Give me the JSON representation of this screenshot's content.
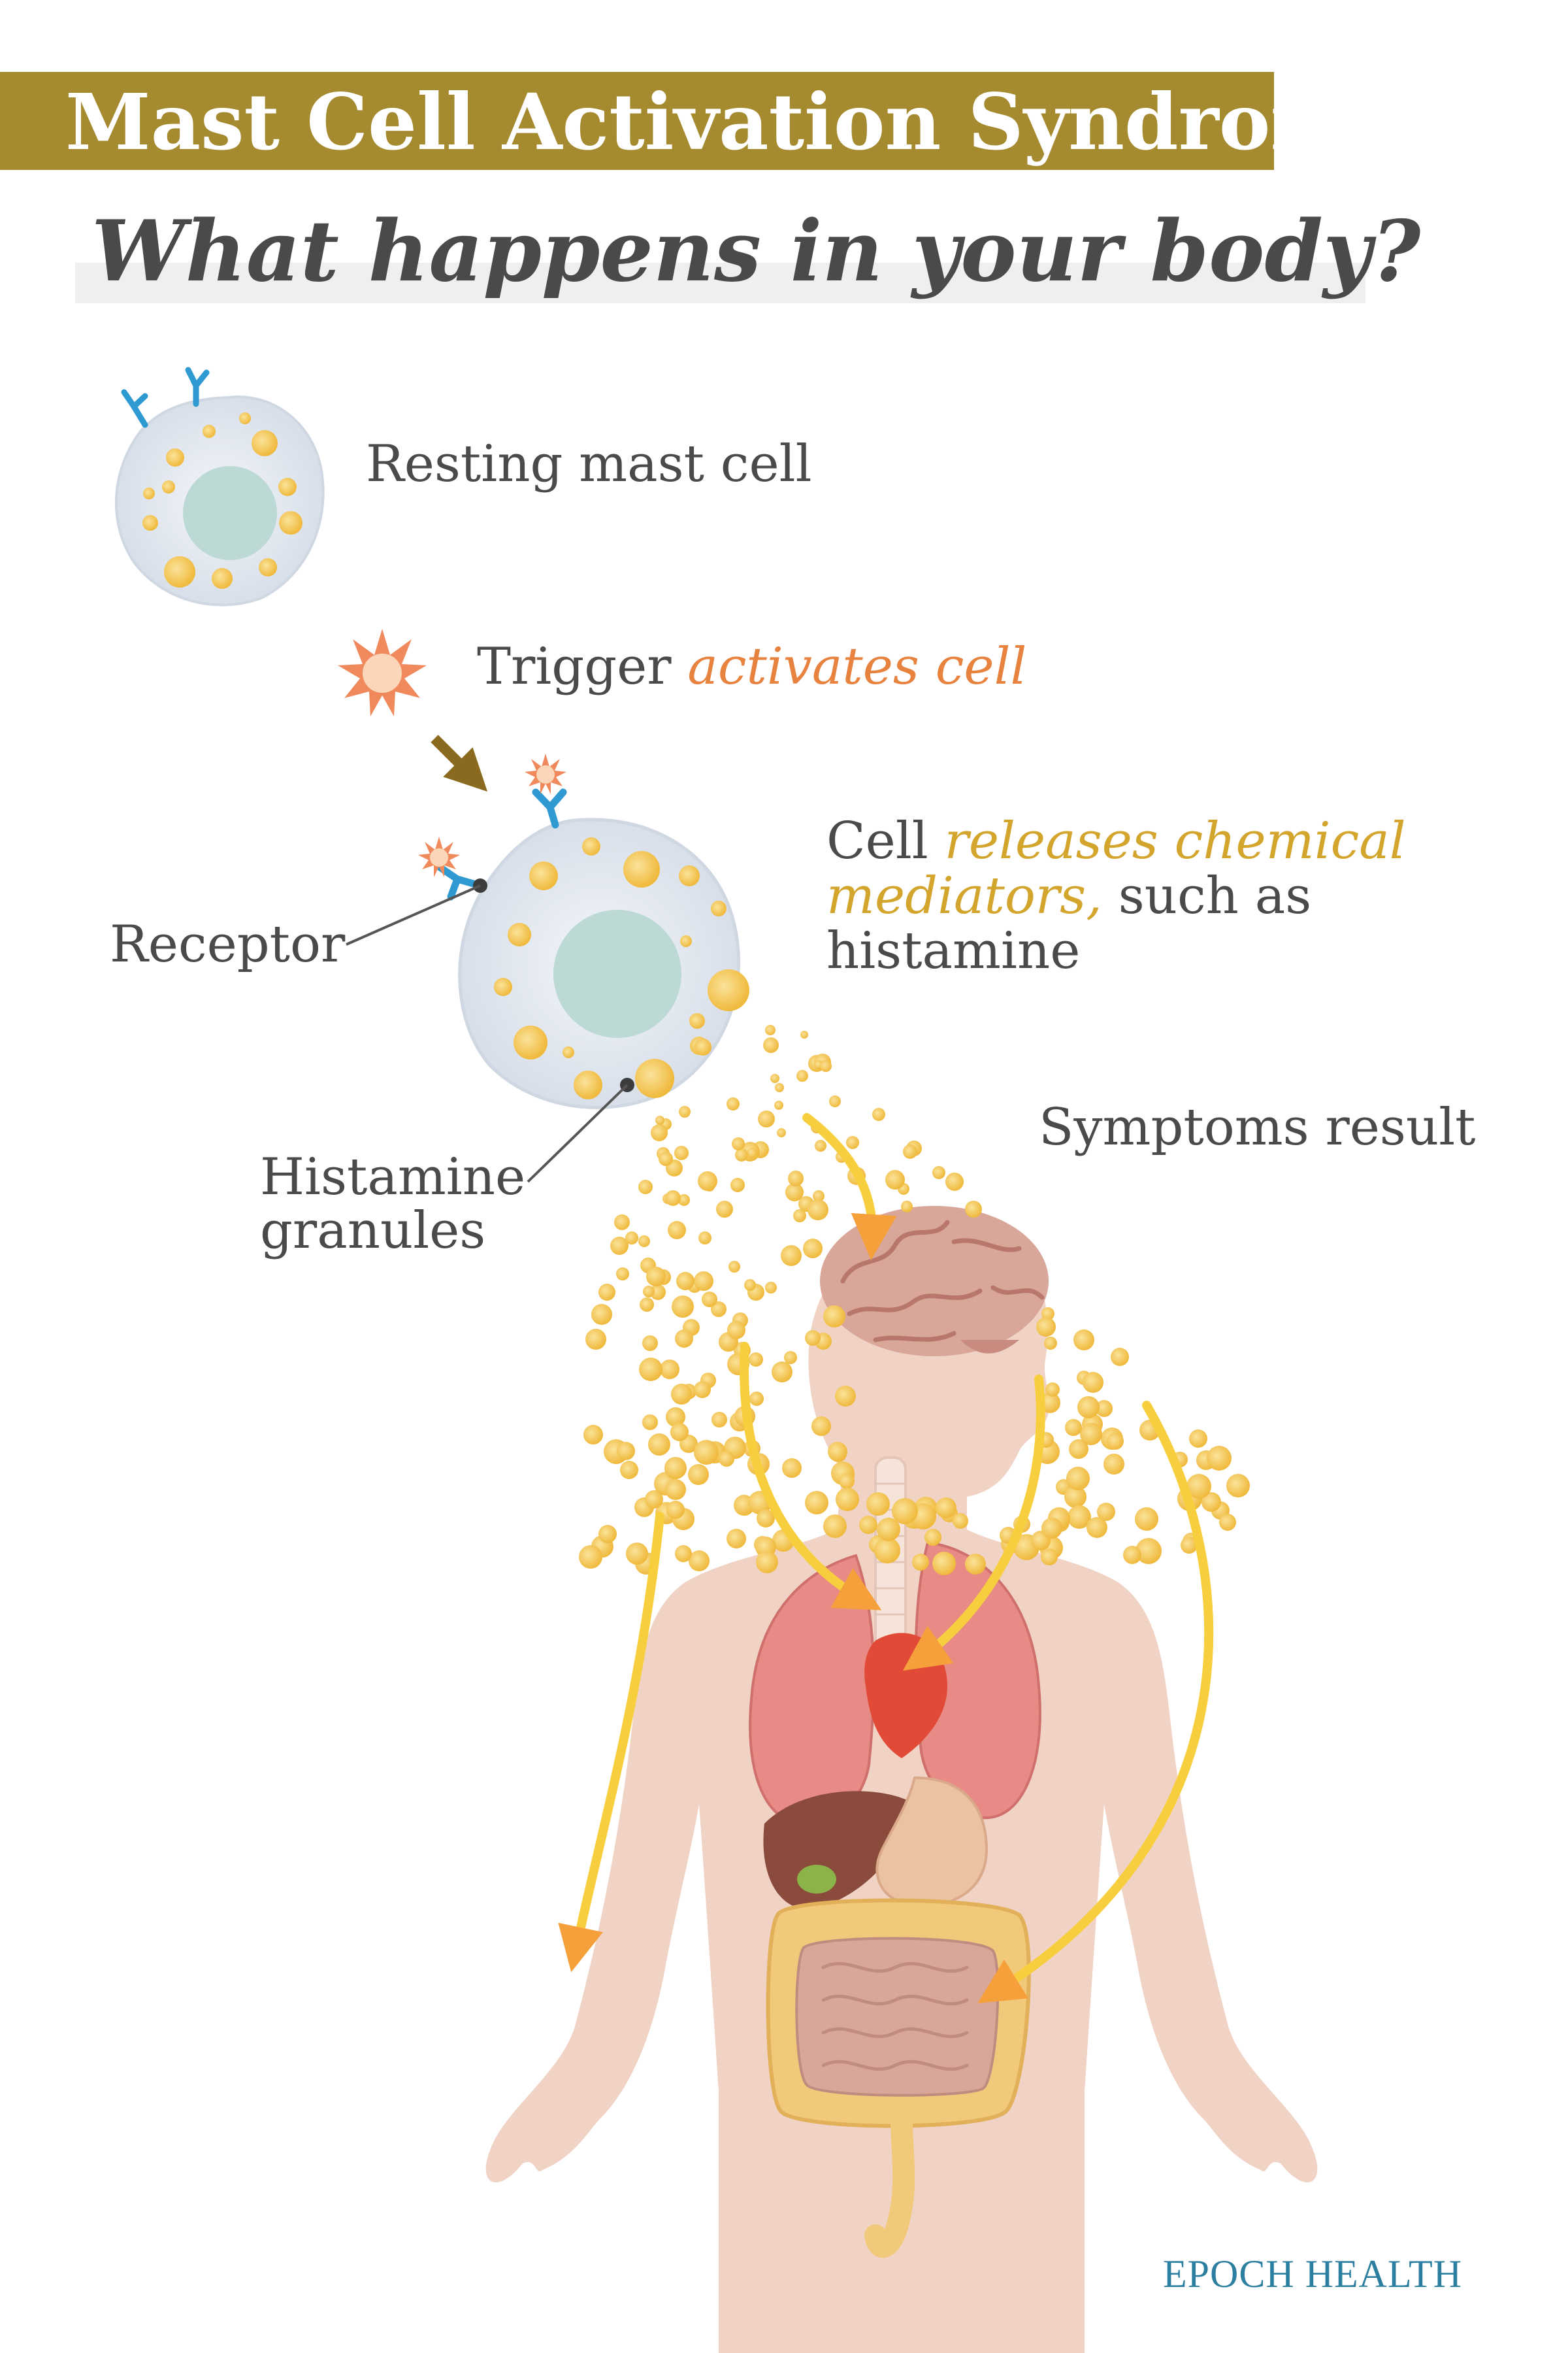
{
  "header": {
    "title": "Mast Cell Activation Syndrome",
    "subtitle": "What happens in your body?"
  },
  "steps": {
    "resting": "Resting mast cell",
    "trigger_prefix": "Trigger ",
    "trigger_highlight": "activates cell",
    "release_prefix": "Cell ",
    "release_highlight": "releases chemical mediators,",
    "release_suffix": " such as histamine",
    "symptoms": "Symptoms result"
  },
  "callouts": {
    "receptor": "Receptor",
    "granules_line1": "Histamine",
    "granules_line2": "granules"
  },
  "brand": "EPOCH HEALTH",
  "colors": {
    "title_band": "#a58a2f",
    "trigger_accent": "#e8823f",
    "mediator_accent": "#d3a52c",
    "granule": "#f3c343",
    "cell_body": "#e4e9f0",
    "nucleus": "#bcd9d6",
    "body_skin": "#f1d3c6",
    "lungs": "#e88a85",
    "heart": "#e04a36",
    "brain": "#d9a69a",
    "brand": "#2c7fa0"
  }
}
